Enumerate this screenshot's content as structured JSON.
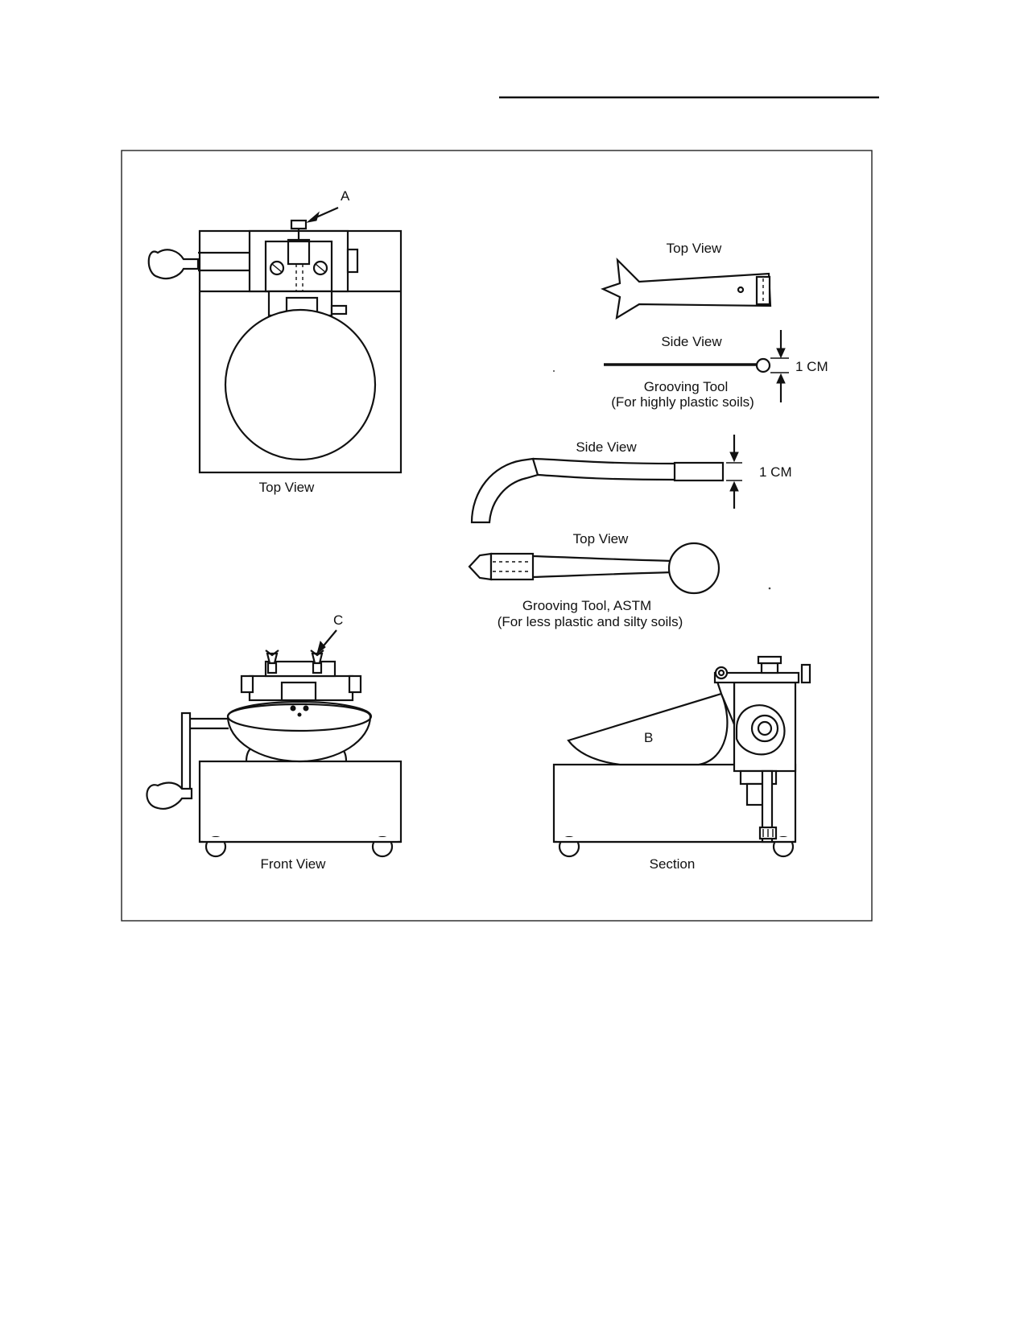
{
  "figure": {
    "panels": {
      "top_view": {
        "label": "Top View",
        "callout": "A"
      },
      "front_view": {
        "label": "Front View",
        "callout": "C"
      },
      "section": {
        "label": "Section",
        "callout": "B"
      }
    },
    "grooving_tool_plastic": {
      "top_label": "Top View",
      "side_label": "Side View",
      "dimension": "1 CM",
      "name": "Grooving Tool",
      "note": "(For highly plastic soils)"
    },
    "grooving_tool_astm": {
      "side_label": "Side View",
      "top_label": "Top View",
      "dimension": "1 CM",
      "name": "Grooving Tool, ASTM",
      "note": "(For less plastic and silty soils)"
    }
  }
}
